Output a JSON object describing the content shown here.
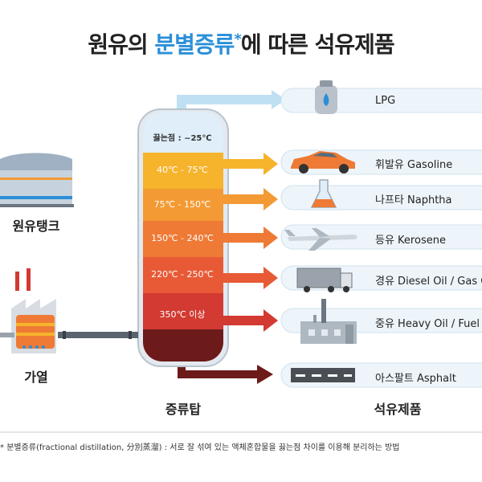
{
  "title": {
    "prefix": "원유의 ",
    "highlight": "분별증류",
    "asterisk": "*",
    "suffix": "에 따른 석유제품"
  },
  "labels": {
    "tank": "원유탱크",
    "heating": "가열",
    "tower": "증류탑",
    "products": "석유제품"
  },
  "tower": {
    "top_boiling": "끓는점 : ~25℃",
    "layers": [
      {
        "range": "40℃ - 75℃",
        "color": "#f6b32c"
      },
      {
        "range": "75℃ - 150℃",
        "color": "#f39a34"
      },
      {
        "range": "150℃ - 240℃",
        "color": "#ee7a35"
      },
      {
        "range": "220℃ - 250℃",
        "color": "#e85a36"
      },
      {
        "range": "350℃ 이상",
        "color": "#d23a32"
      }
    ],
    "bottom_color": "#6d1a1a"
  },
  "products": [
    {
      "name": "LPG",
      "icon": "gas-cylinder-icon"
    },
    {
      "name": "휘발유  Gasoline",
      "icon": "car-icon"
    },
    {
      "name": "나프타  Naphtha",
      "icon": "flask-icon"
    },
    {
      "name": "등유  Kerosene",
      "icon": "airplane-icon"
    },
    {
      "name": "경유  Diesel Oil / Gas Oil",
      "icon": "truck-icon"
    },
    {
      "name": "중유  Heavy Oil / Fuel Oil",
      "icon": "factory-icon"
    },
    {
      "name": "아스팔트  Asphalt",
      "icon": "road-icon"
    }
  ],
  "footnote": "* 분별증류(fractional distillation, 分別蒸溜) : 서로 잘 섞여 있는 액체혼합물을 끓는점 차이를 이용해 분리하는 방법"
}
